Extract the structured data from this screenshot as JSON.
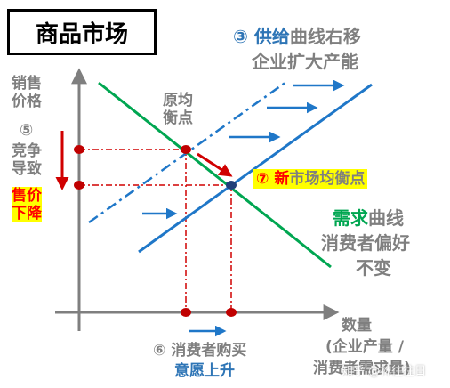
{
  "title": "商品市场",
  "supply_shift": {
    "number": "③",
    "keyword": "供给",
    "rest": "曲线右移",
    "line2": "企业扩大产能"
  },
  "y_axis": {
    "line1": "销售",
    "line2": "价格"
  },
  "x_axis": {
    "line1": "数量",
    "line2": "(企业产量 /",
    "line3": "消费者需求量)"
  },
  "price_drop": {
    "number": "⑤",
    "line1": "竞争",
    "line2": "导致",
    "line3": "售价",
    "line4": "下降"
  },
  "original_eq": {
    "line1": "原均",
    "line2": "衡点"
  },
  "new_eq": {
    "number": "⑦",
    "keyword": "新",
    "rest": "市场均衡点"
  },
  "demand": {
    "keyword": "需求",
    "rest": "曲线",
    "line2": "消费者偏好",
    "line3": "不变"
  },
  "quantity_rise": {
    "number": "⑥",
    "line1": "消费者购买",
    "line2": "意愿上升"
  },
  "watermark": "知乎 @林往往日",
  "colors": {
    "demand_curve": "#00a651",
    "supply_curve": "#1f77c8",
    "axis": "#7f7f7f",
    "guide_lines": "#d00000",
    "highlight": "#ffff00"
  }
}
